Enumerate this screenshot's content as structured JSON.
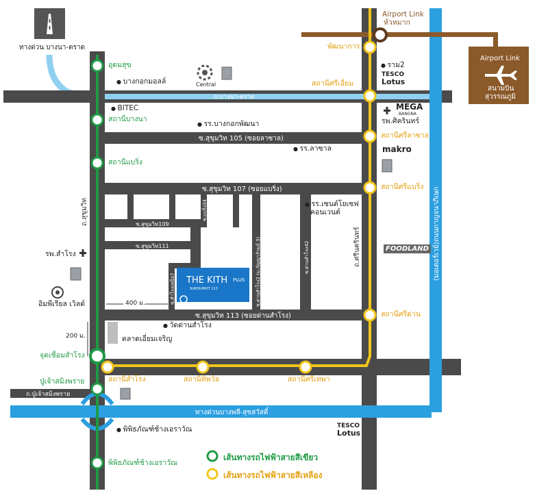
{
  "colors": {
    "road": "#4a4a4a",
    "green_line": "#1f9a45",
    "yellow_line": "#f3c51a",
    "expressway": "#2b9fe0",
    "expressway_light": "#8fd0f0",
    "airport_link": "#8b5a2b",
    "project": "#1976c8"
  },
  "icons": {
    "highway": "highway-icon",
    "airplane": "airplane-icon",
    "hospital": "hospital-cross-icon",
    "fuel": "fuel-station-icon",
    "central": "central-logo",
    "imperial": "imperial-logo"
  },
  "roads": {
    "bangna_trad": "ถ.บางนา-ตราด",
    "sukhumvit105": "ซ.สุขุมวิท 105 (ซอยลาซาล)",
    "sukhumvit107": "ซ.สุขุมวิท 107 (ซอยแบริ่ง)",
    "sukhumvit113": "ซ.สุขุมวิท 113 (ซอยด่านสำโรง)",
    "soi109": "ซ.สุขุมวิท109",
    "soi111": "ซ.สุขุมวิท111",
    "soi34": "ซ.แบริ่ง34",
    "soi7": "ซ.สำโรงเหนือ7",
    "soi3": "ซ.ด่านสำโรง2 (ม.กัญญาภิรมย์ 3)",
    "soi42": "ซ.ด่านสำโรง42",
    "srinakarin": "ถ.ศรีนครินทร์",
    "sukhumvit": "ถ.สุขุมวิท",
    "bangphli": "ทางด่วนบางพลี-สุขสวัสดิ์",
    "chaosamut": "ถ.ปู่เจ้าสมิงพราย",
    "kanchana": "(มอเตอร์เวย์)ถนนกาญจนาภิเษก",
    "expressway_bangna": "ทางด่วน บางนา-ตราด"
  },
  "green_stations": {
    "udomsuk": "อุดมสุข",
    "bangna": "สถานีบางนา",
    "bearing": "สถานีแบริ่ง",
    "junction": "จุดเชื่อมสำโรง",
    "puchao": "ปู่เจ้าสมิงพราย",
    "museum": "พิพิธภัณฑ์ช้างเอราวัณ"
  },
  "yellow_stations": {
    "phatthanakan": "พัฒนาการ",
    "sri_iam": "สถานีศรีเอี่ยม",
    "sri_lasal": "สถานีศรีลาซาล",
    "sri_bearing": "สถานีศรีแบริ่ง",
    "sri_dan": "สถานีศรีด่าน",
    "samrong": "สถานีสำโรง",
    "thipphawan": "สถานีทิพวัล",
    "sri_thepha": "สถานีศรีเทพา"
  },
  "airport_link": {
    "top_label": "Airport Link",
    "top_station": "หัวหมาก",
    "box_title": "Airport Link",
    "box_line1": "สนามบิน",
    "box_line2": "สุวรรณภูมิ"
  },
  "places": {
    "bangkok_mall": "บางกอกมอลล์",
    "central": "Central",
    "bitec": "BITEC",
    "bkk_patana": "รร.บางกอกพัฒนา",
    "lasal": "รร.ลาซาล",
    "ram2": "ราม2",
    "tesco_top1": "TESCO",
    "tesco_top2": "Lotus",
    "mega1": "MEGA",
    "mega2": "BANGNA",
    "sikarin": "รพ.ศิครินทร์",
    "makro": "makro",
    "st_joseph1": "รร.เซนต์โยเซฟ",
    "st_joseph2": "คอนเวนต์",
    "foodland": "FOODLAND",
    "samrong_hospital": "รพ.สำโรง",
    "imperial": "อิมพีเรียล เวิลด์",
    "wat_dan": "วัดด่านสำโรง",
    "talat": "ตลาดเอี่ยมเจริญ",
    "museum_place": "พิพิธภัณฑ์ช้างเอราวัณ",
    "tesco_bot1": "TESCO",
    "tesco_bot2": "Lotus"
  },
  "project": {
    "name": "THE KITH",
    "plus": "PLUS",
    "sub": "SUKHUMVIT 113"
  },
  "distances": {
    "d400": "400 ม.",
    "d200": "200 ม."
  },
  "legend": {
    "green": "เส้นทางรถไฟฟ้าสายสีเขียว",
    "yellow": "เส้นทางรถไฟฟ้าสายสีเหลือง"
  }
}
